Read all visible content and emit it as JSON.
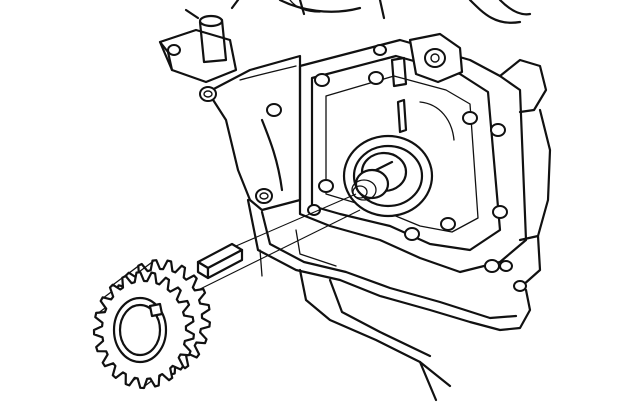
{
  "figure": {
    "background_color": "#ffffff",
    "line_color": "#111111",
    "parts": [
      {
        "name": "engine-block-front",
        "kind": "casting"
      },
      {
        "name": "oil-pump-housing",
        "kind": "cover"
      },
      {
        "name": "oil-pan",
        "kind": "cover"
      },
      {
        "name": "crankshaft-nose",
        "kind": "shaft"
      },
      {
        "name": "woodruff-key",
        "kind": "key"
      },
      {
        "name": "crankshaft-sprocket",
        "kind": "gear",
        "teeth": 21
      }
    ]
  }
}
